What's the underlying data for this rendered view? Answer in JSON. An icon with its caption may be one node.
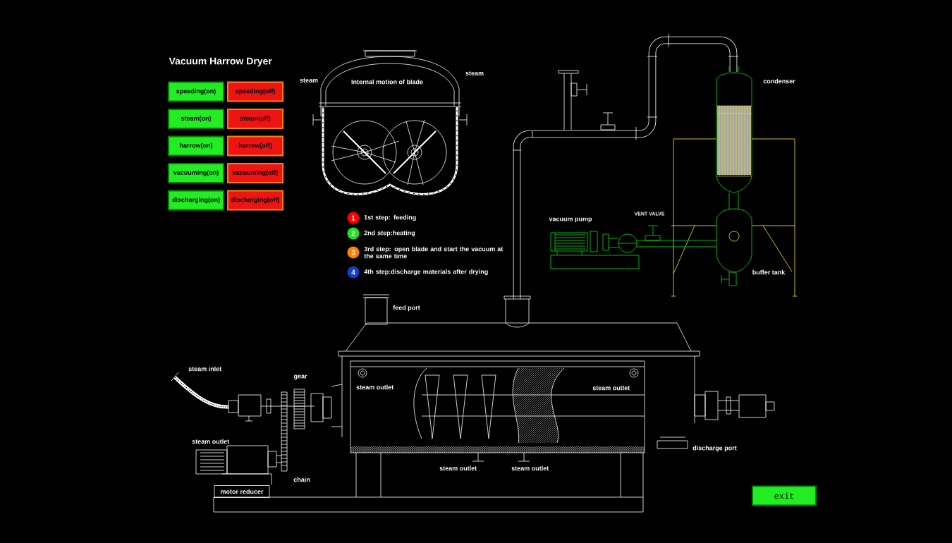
{
  "diagram": {
    "title": "Vacuum Harrow Dryer",
    "nodes": [
      {
        "text": [
          "speeding(on)"
        ]
      },
      {
        "text": [
          "speeding(off)"
        ]
      },
      {
        "text": [
          "steam(on)"
        ]
      },
      {
        "text": [
          "steam(off)"
        ]
      },
      {
        "text": [
          "harrow(on)"
        ]
      },
      {
        "text": [
          "harrow(off)"
        ]
      },
      {
        "text": [
          "vacuuming(on)"
        ]
      },
      {
        "text": [
          "vacuuming(off)"
        ]
      },
      {
        "text": [
          "discharging(on)"
        ]
      },
      {
        "text": [
          "discharging(off)"
        ]
      },
      {
        "text": [
          "1"
        ],
        "beside": [
          "1st step: feeding"
        ]
      },
      {
        "text": [
          "2"
        ],
        "beside": [
          "2nd step:heating"
        ]
      },
      {
        "text": [
          "3"
        ],
        "beside": [
          "3rd step: open blade and start the vacuum at the same time"
        ]
      },
      {
        "text": [
          "4"
        ],
        "beside": [
          "4th step:discharge materials after drying"
        ]
      },
      {
        "text": [
          "motor reducer"
        ]
      },
      {
        "text": [
          "exit"
        ]
      }
    ],
    "labels": [
      "steam",
      "Internal motion of blade",
      "steam",
      "condenser",
      "VENT VALVE",
      "vacuum pump",
      "buffer tank",
      "feed port",
      "steam inlet",
      "gear",
      "steam outlet",
      "steam outlet",
      "steam outlet",
      "discharge port",
      "steam outlet",
      "steam outlet",
      "chain"
    ]
  }
}
